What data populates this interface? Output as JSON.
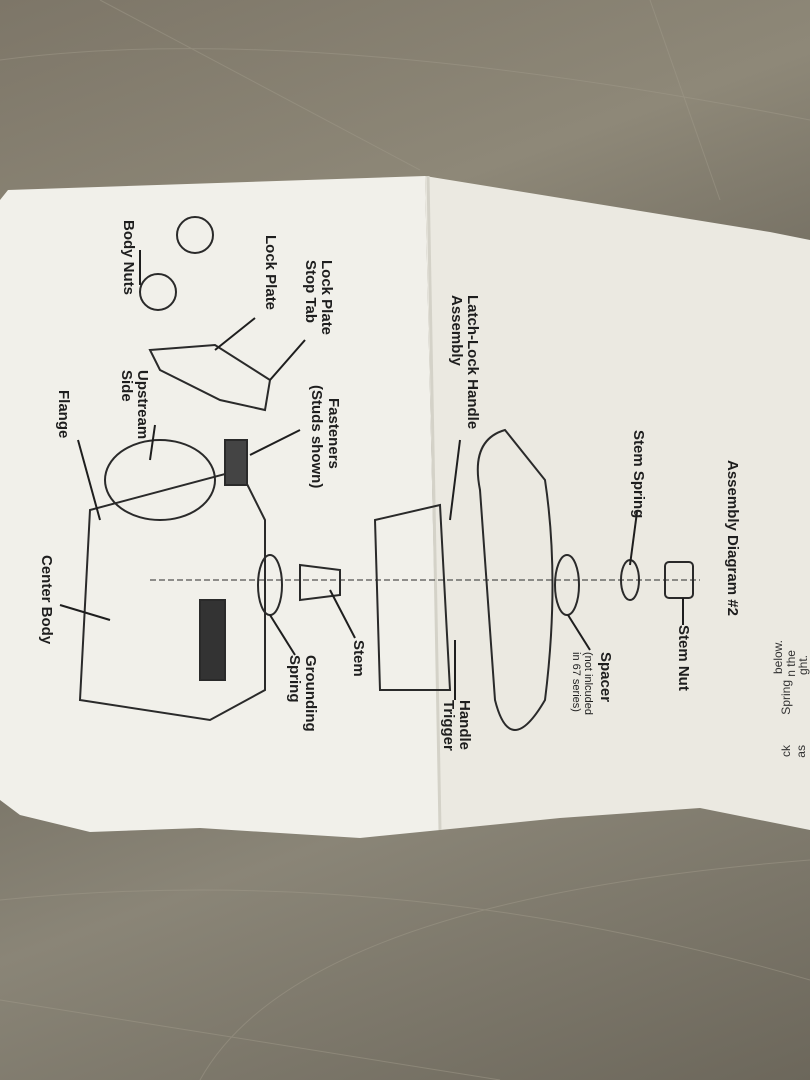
{
  "document": {
    "title": "Assembly Diagram #2",
    "labels": {
      "stem_nut": "Stem Nut",
      "stem_spring": "Stem Spring",
      "spacer": "Spacer",
      "spacer_note": "(not inlcuded in 67 series)",
      "handle_trigger": "Handle Trigger",
      "latch_lock": "Latch-Lock Handle Assembly",
      "stem": "Stem",
      "grounding_spring": "Grounding Spring",
      "fasteners": "Fasteners",
      "fasteners_note": "(Studs shown)",
      "lock_plate_stop_tab": "Lock Plate Stop Tab",
      "lock_plate": "Lock Plate",
      "body_nuts": "Body Nuts",
      "upstream_side": "Upstream Side",
      "flange": "Flange",
      "center_body": "Center Body"
    },
    "adjacent_page_fragments": [
      "as",
      "ck",
      "Spring",
      "ght.",
      "n the",
      "below."
    ]
  }
}
